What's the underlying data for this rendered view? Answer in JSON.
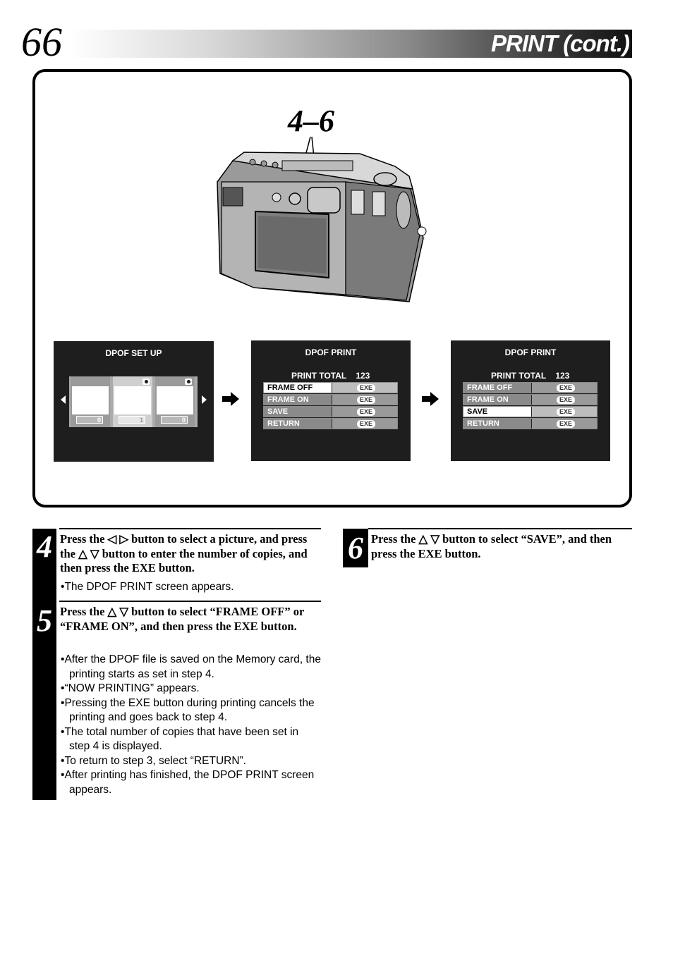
{
  "header": {
    "page_number": "66",
    "title": "PRINT (cont.)"
  },
  "figure": {
    "step_ref": "4–6",
    "screen1": {
      "title": "DPOF SET UP",
      "counts": [
        "0",
        "1",
        "0"
      ]
    },
    "screen2": {
      "title": "DPOF PRINT",
      "total": "PRINT TOTAL    123",
      "items": [
        {
          "label": "FRAME OFF",
          "button": "EXE"
        },
        {
          "label": "FRAME ON",
          "button": "EXE"
        },
        {
          "label": "SAVE",
          "button": "EXE"
        },
        {
          "label": "RETURN",
          "button": "EXE"
        }
      ],
      "selected": "FRAME OFF"
    },
    "screen3": {
      "title": "DPOF PRINT",
      "total": "PRINT TOTAL    123",
      "items": [
        {
          "label": "FRAME OFF",
          "button": "EXE"
        },
        {
          "label": "FRAME ON",
          "button": "EXE"
        },
        {
          "label": "SAVE",
          "button": "EXE"
        },
        {
          "label": "RETURN",
          "button": "EXE"
        }
      ],
      "selected": "SAVE"
    }
  },
  "steps": {
    "s4": {
      "number": "4",
      "head": "Press the ◁ ▷ button to select a picture, and press the △ ▽ button to enter the number of copies, and then press the EXE button.",
      "bullets": [
        "The DPOF PRINT screen appears."
      ]
    },
    "s5": {
      "number": "5",
      "head": "Press the △ ▽ button to select “FRAME OFF” or “FRAME ON”, and then press the EXE button.",
      "bullets": [
        "After the DPOF file is saved on the Memory card, the printing starts as set in step 4.",
        "“NOW PRINTING” appears.",
        "Pressing the EXE button during printing cancels the printing and goes back to step 4.",
        "The total number of copies that have been set in step 4 is displayed.",
        "To return to step 3, select “RETURN”.",
        "After printing has finished, the DPOF PRINT screen appears."
      ]
    },
    "s6": {
      "number": "6",
      "head": "Press the △ ▽ button to select “SAVE”, and then press the EXE button."
    }
  }
}
